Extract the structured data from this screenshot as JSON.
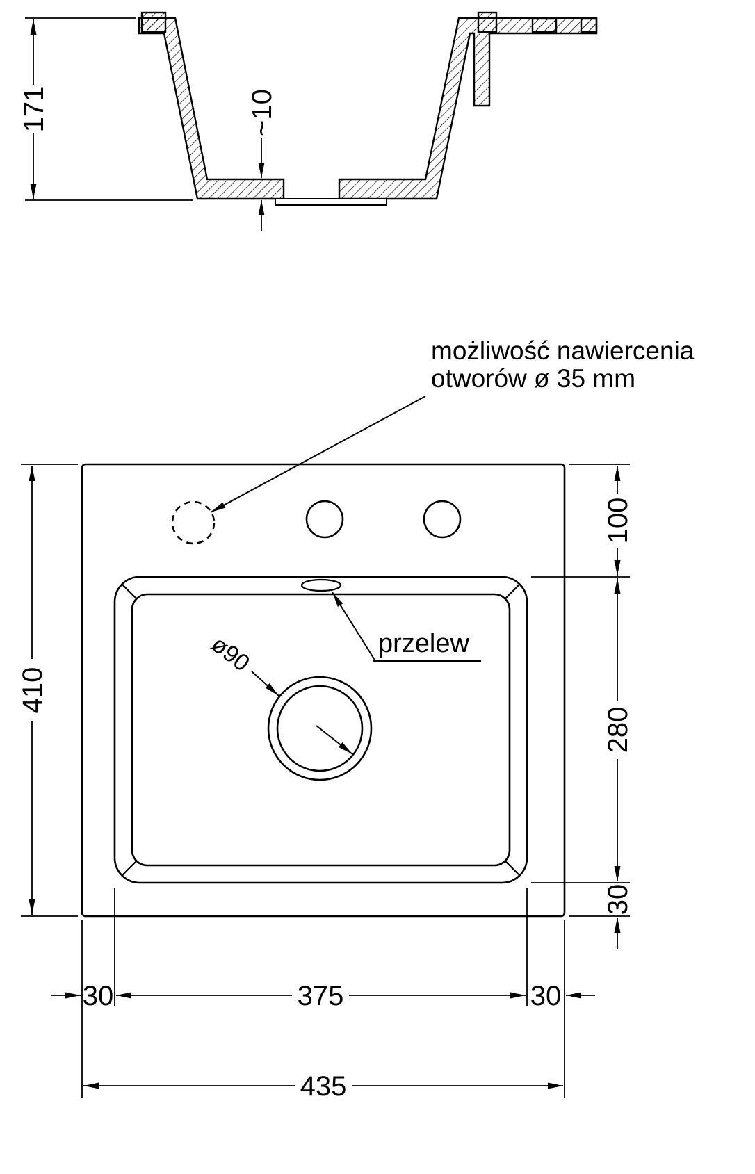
{
  "section_view": {
    "dim_depth": "171",
    "dim_bottom_thickness": "~10"
  },
  "top_view": {
    "annotation_line1": "możliwość nawiercenia",
    "annotation_line2": "otworów ø 35 mm",
    "overflow_label": "przelew",
    "drain_label": "ø90",
    "dim_overall_height": "410",
    "dim_overall_width": "435",
    "dim_bowl_width": "375",
    "dim_margin_left": "30",
    "dim_margin_right": "30",
    "dim_top_offset": "100",
    "dim_bowl_height": "280",
    "dim_bottom_offset": "30"
  },
  "colors": {
    "line": "#000000",
    "background": "#ffffff"
  }
}
